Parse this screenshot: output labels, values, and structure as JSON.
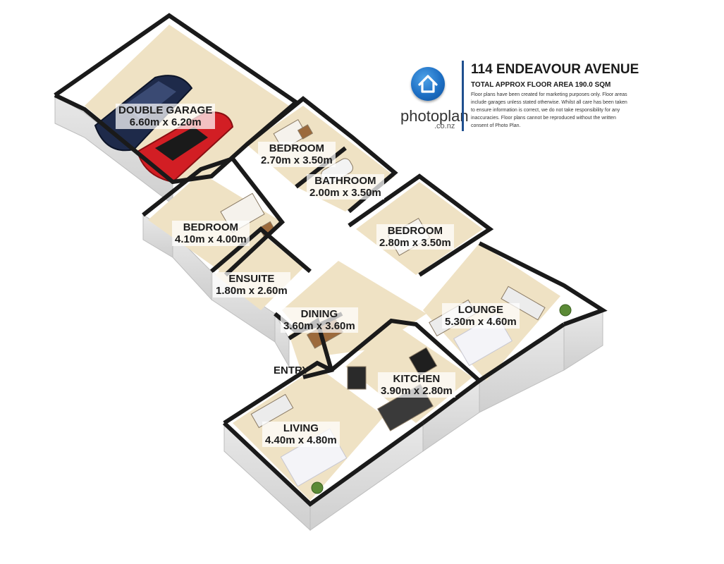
{
  "header": {
    "address": "114 ENDEAVOUR AVENUE",
    "total_area": "TOTAL APPROX FLOOR AREA 190.0 SQM",
    "disclaimer": "Floor plans have been created for marketing purposes only. Floor areas include garages unless stated otherwise. Whilst all care has been taken to ensure information is correct, we do not take responsibility for any inaccuracies. Floor plans cannot be reproduced without the written consent of Photo Plan."
  },
  "logo": {
    "word": "photoplan",
    "domain": ".co.nz",
    "icon": "house-icon"
  },
  "rooms": {
    "garage": {
      "name": "DOUBLE GARAGE",
      "dims": "6.60m x 6.20m"
    },
    "bedroom1": {
      "name": "BEDROOM",
      "dims": "2.70m x 3.50m"
    },
    "bathroom": {
      "name": "BATHROOM",
      "dims": "2.00m x 3.50m"
    },
    "bedroom2": {
      "name": "BEDROOM",
      "dims": "4.10m x 4.00m"
    },
    "bedroom3": {
      "name": "BEDROOM",
      "dims": "2.80m x 3.50m"
    },
    "ensuite": {
      "name": "ENSUITE",
      "dims": "1.80m x 2.60m"
    },
    "dining": {
      "name": "DINING",
      "dims": "3.60m x 3.60m"
    },
    "lounge": {
      "name": "LOUNGE",
      "dims": "5.30m x 4.60m"
    },
    "entry": {
      "name": "ENTRY"
    },
    "kitchen": {
      "name": "KITCHEN",
      "dims": "3.90m x 2.80m"
    },
    "living": {
      "name": "LIVING",
      "dims": "4.40m x 4.80m"
    }
  },
  "colors": {
    "floor": "#efe2c4",
    "wall_top": "#1a1a1a",
    "wall_side": "#d9d9d9",
    "car_blue": "#1e2a4a",
    "car_red": "#d21e24",
    "brand_blue": "#1d6fc4"
  }
}
